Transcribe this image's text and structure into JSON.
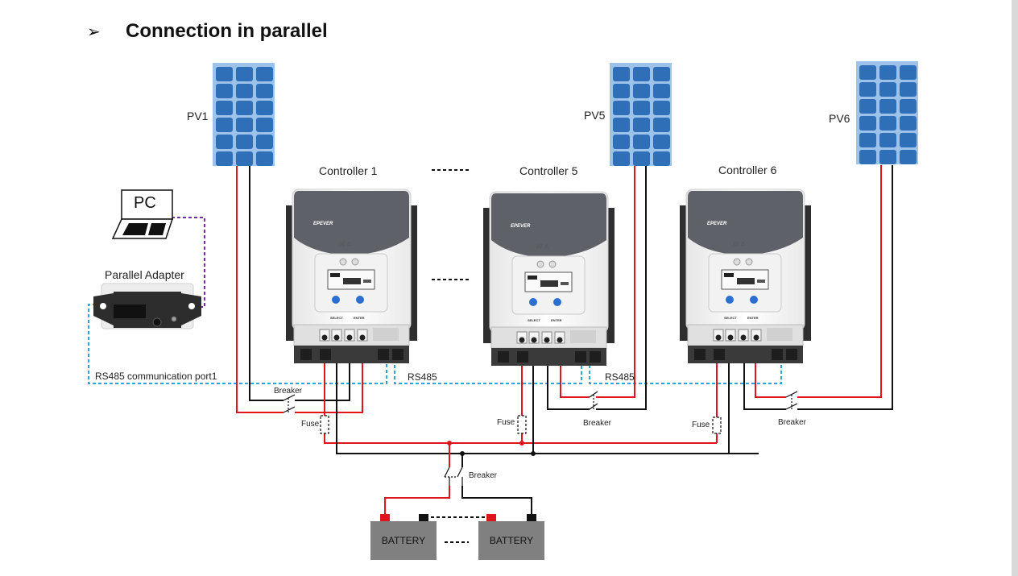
{
  "header": {
    "bullet": "➢",
    "title": "Connection in parallel"
  },
  "pv_labels": [
    "PV1",
    "PV5",
    "PV6"
  ],
  "controller_labels": [
    "Controller 1",
    "Controller 5",
    "Controller 6"
  ],
  "controller_brand": "EPEVER",
  "controller_keys": {
    "select": "SELECT",
    "enter": "ENTER"
  },
  "pc_label": "PC",
  "adapter_label": "Parallel Adapter",
  "rs485_port1": "RS485 communication port1",
  "rs485": "RS485",
  "breaker": "Breaker",
  "fuse": "Fuse",
  "battery": "BATTERY",
  "colors": {
    "positive": "#e0141c",
    "negative": "#111111",
    "rs485_link": "#2aa7d8",
    "pc_link": "#7030a0",
    "panel": "#2f6fb8",
    "controller_top": "#5e6168"
  }
}
